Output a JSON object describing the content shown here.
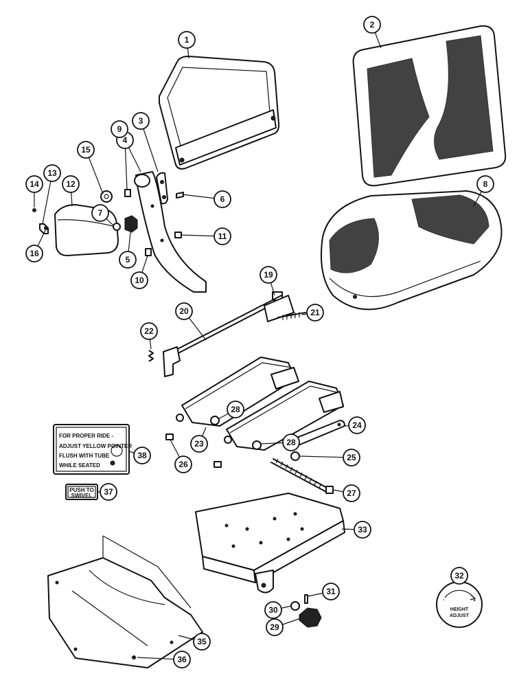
{
  "callouts": [
    {
      "n": "1"
    },
    {
      "n": "2"
    },
    {
      "n": "3"
    },
    {
      "n": "4"
    },
    {
      "n": "5"
    },
    {
      "n": "6"
    },
    {
      "n": "7"
    },
    {
      "n": "8"
    },
    {
      "n": "9"
    },
    {
      "n": "10"
    },
    {
      "n": "11"
    },
    {
      "n": "12"
    },
    {
      "n": "13"
    },
    {
      "n": "14"
    },
    {
      "n": "15"
    },
    {
      "n": "16"
    },
    {
      "n": "19"
    },
    {
      "n": "20"
    },
    {
      "n": "21"
    },
    {
      "n": "22"
    },
    {
      "n": "23"
    },
    {
      "n": "24"
    },
    {
      "n": "25"
    },
    {
      "n": "26"
    },
    {
      "n": "27"
    },
    {
      "n": "28"
    },
    {
      "n": "28"
    },
    {
      "n": "29"
    },
    {
      "n": "30"
    },
    {
      "n": "31"
    },
    {
      "n": "32"
    },
    {
      "n": "33"
    },
    {
      "n": "35"
    },
    {
      "n": "36"
    },
    {
      "n": "37"
    },
    {
      "n": "38"
    }
  ],
  "decal_ride": {
    "line1": "FOR PROPER RIDE -",
    "line2": "ADJUST YELLOW POINTER",
    "line3": "FLUSH WITH TUBE",
    "line4": "WHILE SEATED"
  },
  "decal_swivel": {
    "line1": "PUSH TO",
    "line2": "SWIVEL"
  },
  "height_knob": {
    "minus": "-",
    "plus": "+",
    "line1": "HEIGHT",
    "line2": "ADJUST"
  }
}
